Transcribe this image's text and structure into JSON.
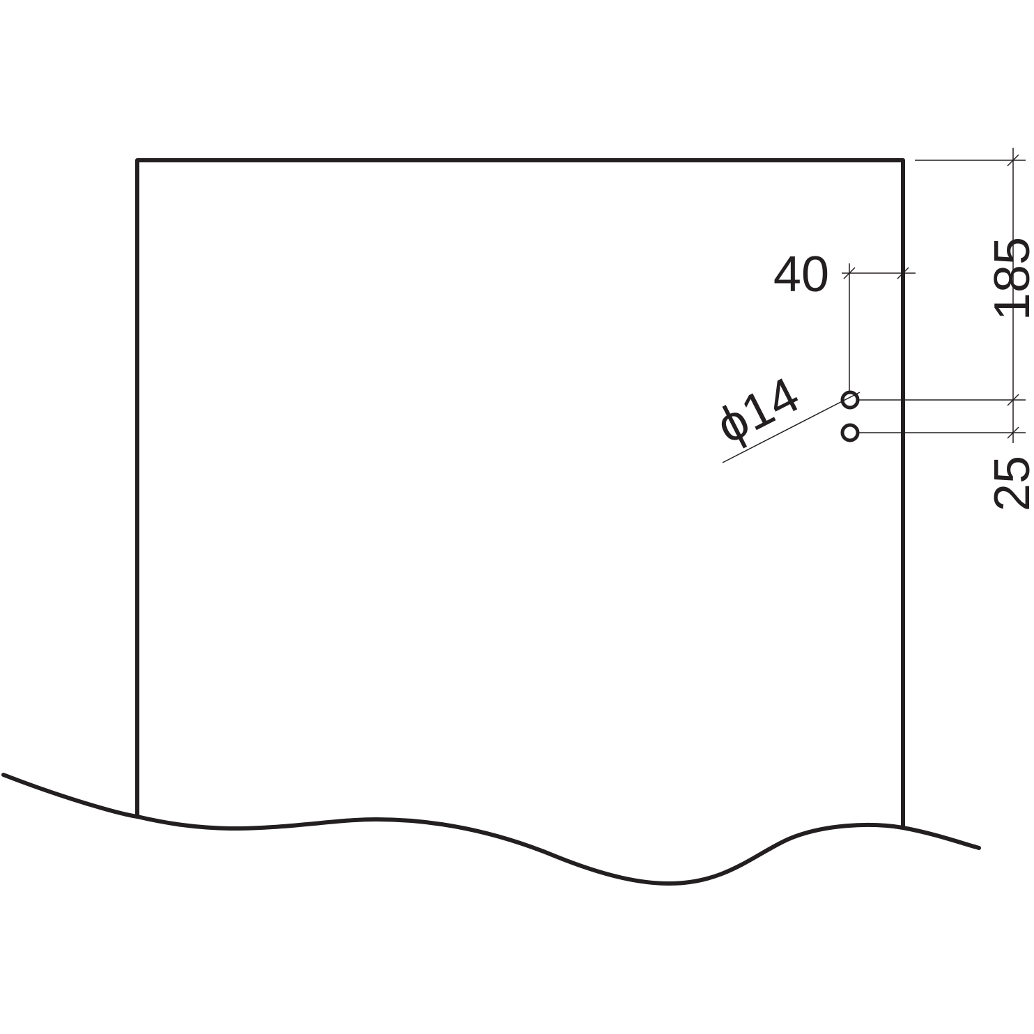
{
  "dimensions": {
    "hole_offset_from_edge": "40",
    "top_offset": "185",
    "hole_spacing": "25",
    "hole_diameter": "ϕ14"
  }
}
